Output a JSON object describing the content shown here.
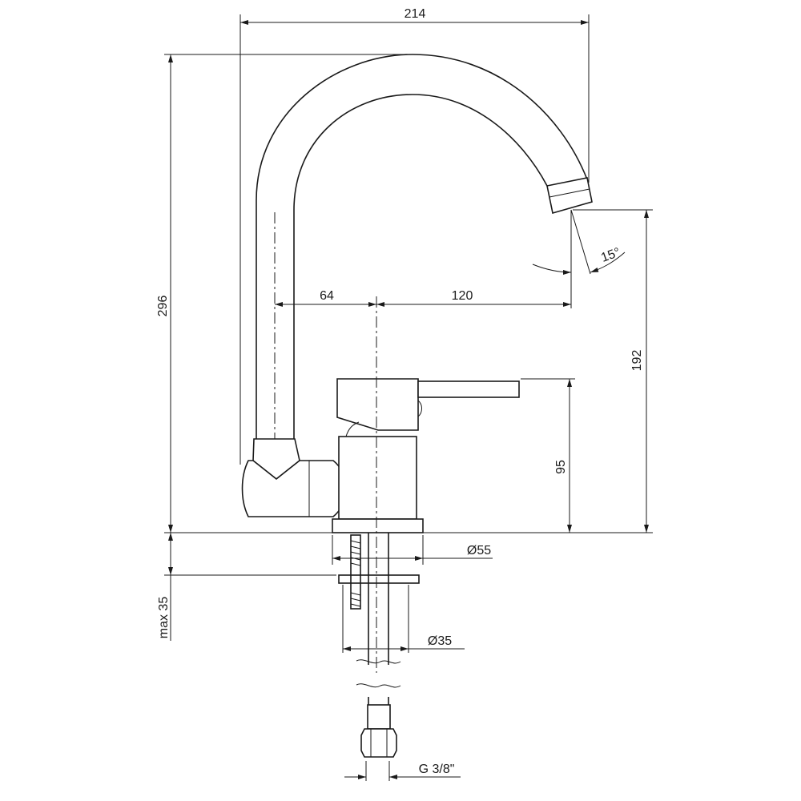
{
  "drawing": {
    "dimensions": {
      "overall_width": "214",
      "overall_height": "296",
      "spout_offset_left": "64",
      "spout_reach": "120",
      "spout_angle": "15°",
      "spout_height": "192",
      "lever_height": "95",
      "base_diameter": "Ø55",
      "max_counter_thickness": "max 35",
      "hole_diameter": "Ø35",
      "connection_thread": "G 3/8\""
    },
    "line_color": "#1a1a1a"
  }
}
